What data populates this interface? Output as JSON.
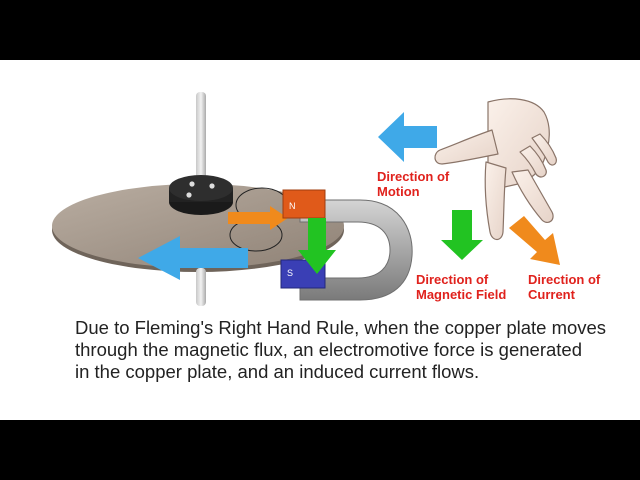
{
  "labels": {
    "motion": [
      "Direction of",
      "Motion"
    ],
    "field": [
      "Direction of",
      "Magnetic Field"
    ],
    "current": [
      "Direction of",
      "Current"
    ]
  },
  "magnet": {
    "north": "N",
    "south": "S"
  },
  "caption": [
    "Due to Fleming's Right Hand Rule, when the copper plate moves",
    "through the magnetic flux, an electromotive force is generated",
    "in the copper plate, and an induced current flows."
  ],
  "colors": {
    "motion_arrow": "#3fa9e8",
    "field_arrow": "#22c322",
    "current_arrow": "#f08a1c",
    "label_text": "#e0221d",
    "plate": "#a39588",
    "magnet_north": "#e05a1a",
    "magnet_south": "#3a3fb5",
    "magnet_body": "#9a9a9a"
  }
}
